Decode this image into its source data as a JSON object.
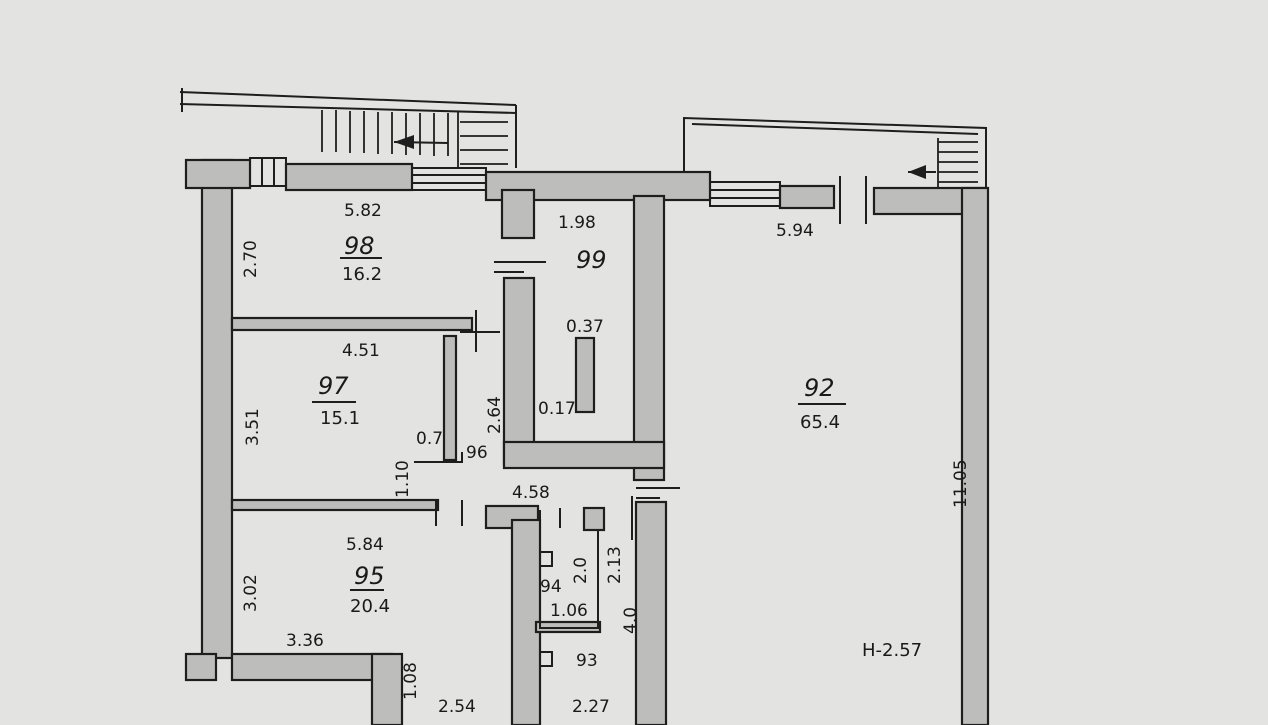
{
  "rooms": {
    "r98": {
      "number": "98",
      "area": "16.2"
    },
    "r99": {
      "number": "99"
    },
    "r97": {
      "number": "97",
      "area": "15.1"
    },
    "r96": {
      "number": "96"
    },
    "r95": {
      "number": "95",
      "area": "20.4"
    },
    "r94": {
      "number": "94"
    },
    "r93": {
      "number": "93"
    },
    "r92": {
      "number": "92",
      "area": "65.4"
    }
  },
  "dimensions": {
    "d582": "5.82",
    "d270": "2.70",
    "d198": "1.98",
    "d594": "5.94",
    "d037": "0.37",
    "d017": "0.17",
    "d451": "4.51",
    "d351": "3.51",
    "d264": "2.64",
    "d07": "0.7",
    "d110": "1.10",
    "d458": "4.58",
    "d1105": "11.05",
    "d584": "5.84",
    "d302": "3.02",
    "d20": "2.0",
    "d213": "2.13",
    "d106": "1.06",
    "d40": "4.0",
    "d336": "3.36",
    "d108": "1.08",
    "d254": "2.54",
    "d227": "2.27"
  },
  "height_note": "H-2.57"
}
